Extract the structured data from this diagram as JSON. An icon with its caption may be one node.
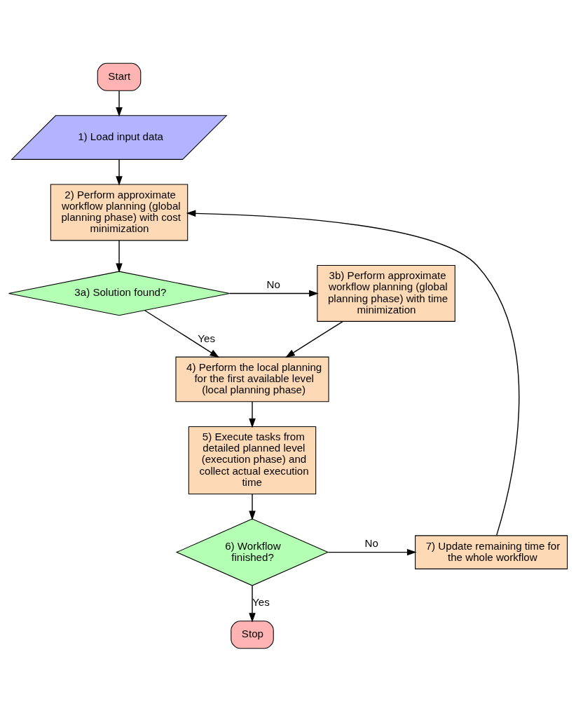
{
  "diagram": {
    "nodes": [
      {
        "text": [
          "Start"
        ]
      },
      {
        "text": [
          "1) Load input data"
        ]
      },
      {
        "text": [
          "2) Perform approximate workflow planning (global planning phase) with cost minimization"
        ]
      },
      {
        "text": [
          "3a) Solution found?"
        ]
      },
      {
        "text": [
          "3b) Perform approximate workflow planning (global planning phase) with time minimization"
        ]
      },
      {
        "text": [
          "4) Perform the local planning for the first available level (local planning phase)"
        ]
      },
      {
        "text": [
          "5) Execute tasks from detailed planned level (execution phase) and collect actual execution time"
        ]
      },
      {
        "text": [
          "6) Workflow finished?"
        ]
      },
      {
        "text": [
          "7) Update remaining time for the whole workflow"
        ]
      },
      {
        "text": [
          "Stop"
        ]
      }
    ],
    "edges": [
      {
        "from": 0,
        "to": 1,
        "arrow": "to"
      },
      {
        "from": 1,
        "to": 2,
        "arrow": "to"
      },
      {
        "from": 2,
        "to": 3,
        "arrow": "to"
      },
      {
        "from": 3,
        "to": 4,
        "arrow": "to",
        "label": "No"
      },
      {
        "from": 3,
        "to": 5,
        "arrow": "to",
        "label": "Yes"
      },
      {
        "from": 4,
        "to": 5,
        "arrow": "to"
      },
      {
        "from": 5,
        "to": 6,
        "arrow": "to"
      },
      {
        "from": 6,
        "to": 7,
        "arrow": "to"
      },
      {
        "from": 7,
        "to": 8,
        "arrow": "to",
        "label": "No"
      },
      {
        "from": 7,
        "to": 9,
        "arrow": "to",
        "label": "Yes"
      },
      {
        "from": 8,
        "to": 2,
        "arrow": "to"
      }
    ]
  }
}
